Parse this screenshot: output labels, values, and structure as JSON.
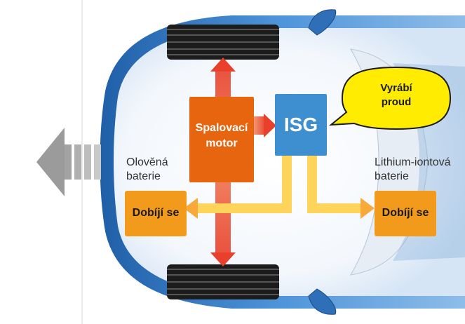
{
  "labels": {
    "engine": [
      "Spalovací",
      "motor"
    ],
    "isg": "ISG",
    "bubble": [
      "Vyrábí",
      "proud"
    ],
    "lead_battery": [
      "Olověná",
      "baterie"
    ],
    "lithium_battery": [
      "Lithium-iontová",
      "baterie"
    ],
    "charge_left": "Dobíjí se",
    "charge_right": "Dobíjí se"
  },
  "colors": {
    "engine": "#e8650f",
    "isg": "#3d8fd0",
    "charge_box": "#f29a1c",
    "bubble": "#ffec00",
    "flow_yellow": "#ffd45a",
    "flow_red": "#e8402a",
    "car_blue": "#4a8fd6",
    "exit_arrow": "#9b9b9b"
  }
}
